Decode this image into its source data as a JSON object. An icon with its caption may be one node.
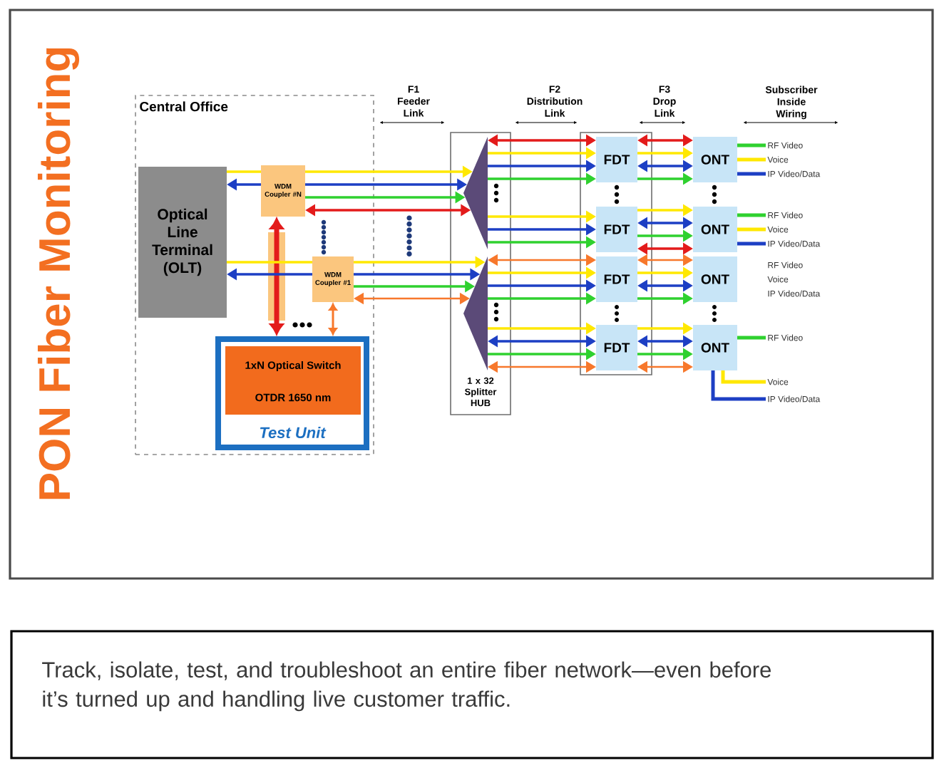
{
  "diagram": {
    "title": "PON Fiber Monitoring",
    "caption": "Track, isolate, test, and troubleshoot an entire fiber network—even before it’s turned up and handling live customer traffic.",
    "nodes": [
      {
        "text": [
          "Central Office"
        ]
      },
      {
        "text": [
          "Optical Line Terminal (OLT)"
        ],
        "in": 0
      },
      {
        "text": [
          "WDM Coupler #N"
        ],
        "in": 0
      },
      {
        "text": [
          "WDM Coupler #1"
        ],
        "in": 0
      },
      {
        "text": [
          "Test Unit"
        ],
        "in": 0
      },
      {
        "text": [
          "1xN Optical Switch",
          "OTDR 1650 nm"
        ],
        "in": 4
      },
      {
        "text": [
          "1 x 32 Splitter HUB"
        ]
      },
      {
        "text": [],
        "shape": "triangle",
        "in": 6
      },
      {
        "text": [],
        "shape": "triangle",
        "in": 6
      },
      {
        "text": [],
        "shape": "box"
      },
      {
        "text": [
          "FDT"
        ],
        "in": 9
      },
      {
        "text": [
          "FDT"
        ],
        "in": 9
      },
      {
        "text": [
          "FDT"
        ],
        "in": 9
      },
      {
        "text": [
          "FDT"
        ],
        "in": 9
      },
      {
        "text": [
          "ONT"
        ]
      },
      {
        "text": [
          "ONT"
        ]
      },
      {
        "text": [
          "ONT"
        ],
        "beside": [
          "RF Video",
          "Voice",
          "IP Video/Data"
        ]
      },
      {
        "text": [
          "ONT"
        ]
      },
      {
        "text": [
          "RF Video"
        ]
      },
      {
        "text": [
          "Voice"
        ]
      },
      {
        "text": [
          "IP Video/Data"
        ]
      },
      {
        "text": [
          "RF Video"
        ]
      },
      {
        "text": [
          "Voice"
        ]
      },
      {
        "text": [
          "IP Video/Data"
        ]
      },
      {
        "text": [
          "RF Video"
        ]
      },
      {
        "text": [
          "Voice"
        ]
      },
      {
        "text": [
          "IP Video/Data"
        ]
      }
    ],
    "edges": [
      {
        "from": 1,
        "to": 2,
        "arrow": "none",
        "color": "#ffe800"
      },
      {
        "from": 2,
        "to": 1,
        "arrow": "to",
        "color": "#1d3fc4"
      },
      {
        "from": 2,
        "to": 7,
        "arrow": "to",
        "color": "#ffe800"
      },
      {
        "from": 2,
        "to": 7,
        "arrow": "to",
        "color": "#1d3fc4"
      },
      {
        "from": 2,
        "to": 7,
        "arrow": "to",
        "color": "#2fd12f"
      },
      {
        "from": 2,
        "to": 7,
        "arrow": "both",
        "color": "#e31b1b"
      },
      {
        "from": 2,
        "to": 4,
        "arrow": "both",
        "color": "#e31b1b",
        "style": "thick"
      },
      {
        "from": 1,
        "to": 3,
        "arrow": "none",
        "color": "#ffe800"
      },
      {
        "from": 3,
        "to": 1,
        "arrow": "to",
        "color": "#1d3fc4"
      },
      {
        "from": 3,
        "to": 8,
        "arrow": "to",
        "color": "#ffe800"
      },
      {
        "from": 3,
        "to": 8,
        "arrow": "to",
        "color": "#1d3fc4"
      },
      {
        "from": 3,
        "to": 8,
        "arrow": "to",
        "color": "#2fd12f"
      },
      {
        "from": 3,
        "to": 8,
        "arrow": "both",
        "color": "#f7782c"
      },
      {
        "from": 3,
        "to": 4,
        "arrow": "both",
        "color": "#f7782c"
      },
      {
        "from": 7,
        "to": 10,
        "arrow": "both",
        "color": "#e31b1b"
      },
      {
        "from": 7,
        "to": 10,
        "arrow": "to",
        "color": "#ffe800"
      },
      {
        "from": 7,
        "to": 10,
        "arrow": "to",
        "color": "#1d3fc4"
      },
      {
        "from": 7,
        "to": 10,
        "arrow": "to",
        "color": "#2fd12f"
      },
      {
        "from": 7,
        "to": 11,
        "arrow": "to",
        "color": "#ffe800"
      },
      {
        "from": 7,
        "to": 11,
        "arrow": "to",
        "color": "#1d3fc4"
      },
      {
        "from": 7,
        "to": 11,
        "arrow": "to",
        "color": "#2fd12f"
      },
      {
        "from": 8,
        "to": 12,
        "arrow": "both",
        "color": "#f7782c"
      },
      {
        "from": 8,
        "to": 12,
        "arrow": "to",
        "color": "#ffe800"
      },
      {
        "from": 8,
        "to": 12,
        "arrow": "to",
        "color": "#1d3fc4"
      },
      {
        "from": 8,
        "to": 12,
        "arrow": "to",
        "color": "#2fd12f"
      },
      {
        "from": 8,
        "to": 13,
        "arrow": "to",
        "color": "#ffe800"
      },
      {
        "from": 8,
        "to": 13,
        "arrow": "both",
        "color": "#1d3fc4"
      },
      {
        "from": 8,
        "to": 13,
        "arrow": "to",
        "color": "#2fd12f"
      },
      {
        "from": 8,
        "to": 13,
        "arrow": "both",
        "color": "#f7782c"
      },
      {
        "from": 10,
        "to": 14,
        "arrow": "both",
        "color": "#e31b1b"
      },
      {
        "from": 10,
        "to": 14,
        "arrow": "to",
        "color": "#ffe800"
      },
      {
        "from": 10,
        "to": 14,
        "arrow": "both",
        "color": "#1d3fc4"
      },
      {
        "from": 10,
        "to": 14,
        "arrow": "to",
        "color": "#2fd12f"
      },
      {
        "from": 11,
        "to": 15,
        "arrow": "to",
        "color": "#ffe800"
      },
      {
        "from": 11,
        "to": 15,
        "arrow": "both",
        "color": "#1d3fc4"
      },
      {
        "from": 11,
        "to": 15,
        "arrow": "to",
        "color": "#2fd12f"
      },
      {
        "from": 11,
        "to": 15,
        "arrow": "both",
        "color": "#e31b1b"
      },
      {
        "from": 12,
        "to": 16,
        "arrow": "both",
        "color": "#f7782c"
      },
      {
        "from": 12,
        "to": 16,
        "arrow": "to",
        "color": "#ffe800"
      },
      {
        "from": 12,
        "to": 16,
        "arrow": "both",
        "color": "#1d3fc4"
      },
      {
        "from": 12,
        "to": 16,
        "arrow": "to",
        "color": "#2fd12f"
      },
      {
        "from": 13,
        "to": 17,
        "arrow": "to",
        "color": "#ffe800"
      },
      {
        "from": 13,
        "to": 17,
        "arrow": "both",
        "color": "#1d3fc4"
      },
      {
        "from": 13,
        "to": 17,
        "arrow": "to",
        "color": "#2fd12f"
      },
      {
        "from": 13,
        "to": 17,
        "arrow": "both",
        "color": "#f7782c"
      },
      {
        "from": 14,
        "to": 18,
        "arrow": "none",
        "color": "#2fd12f"
      },
      {
        "from": 14,
        "to": 19,
        "arrow": "none",
        "color": "#ffe800"
      },
      {
        "from": 14,
        "to": 20,
        "arrow": "none",
        "color": "#1d3fc4"
      },
      {
        "from": 15,
        "to": 21,
        "arrow": "none",
        "color": "#2fd12f"
      },
      {
        "from": 15,
        "to": 22,
        "arrow": "none",
        "color": "#ffe800"
      },
      {
        "from": 15,
        "to": 23,
        "arrow": "none",
        "color": "#1d3fc4"
      },
      {
        "from": 17,
        "to": 24,
        "arrow": "none",
        "color": "#2fd12f"
      },
      {
        "from": 17,
        "to": 25,
        "arrow": "none",
        "color": "#ffe800"
      },
      {
        "from": 17,
        "to": 26,
        "arrow": "none",
        "color": "#1d3fc4"
      }
    ],
    "labels": [
      "F1 Feeder Link",
      "F2 Distribution Link",
      "F3 Drop Link",
      "Subscriber Inside Wiring"
    ]
  }
}
